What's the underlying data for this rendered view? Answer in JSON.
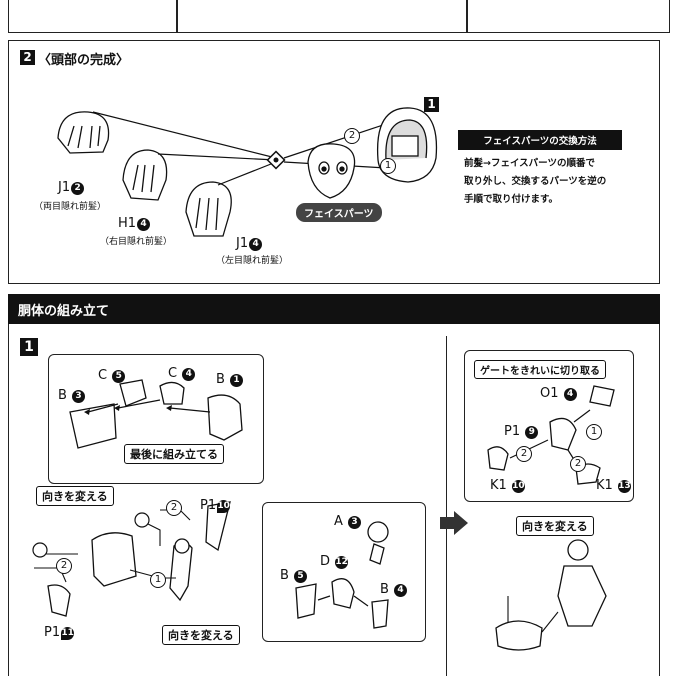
{
  "section2": {
    "step": "2",
    "title": "〈頭部の完成〉",
    "substep": "1",
    "parts": [
      {
        "code": "J1",
        "num": "2",
        "sub": "（両目隠れ前髪）"
      },
      {
        "code": "H1",
        "num": "4",
        "sub": "（右目隠れ前髪）"
      },
      {
        "code": "J1",
        "num": "4",
        "sub": "（左目隠れ前髪）"
      }
    ],
    "face_label": "フェイスパーツ",
    "arrow_1": "1",
    "arrow_2": "2",
    "note_title": "フェイスパーツの交換方法",
    "note_lines": [
      "前髪→フェイスパーツの順番で",
      "取り外し、交換するパーツを逆の",
      "手順で取り付けます。"
    ]
  },
  "section_body": {
    "header": "胴体の組み立て",
    "step": "1",
    "box_a_parts": [
      {
        "code": "C",
        "num": "5"
      },
      {
        "code": "C",
        "num": "4"
      },
      {
        "code": "B",
        "num": "3"
      },
      {
        "code": "B",
        "num": "1"
      }
    ],
    "box_a_note": "最後に組み立てる",
    "turn_label_1": "向きを変える",
    "turn_label_2": "向きを変える",
    "turn_label_3": "向きを変える",
    "p1_top": {
      "code": "P1",
      "num": "10"
    },
    "p1_bottom": {
      "code": "P1",
      "num": "11"
    },
    "box_b_parts": [
      {
        "code": "A",
        "num": "3"
      },
      {
        "code": "D",
        "num": "12"
      },
      {
        "code": "B",
        "num": "5"
      },
      {
        "code": "B",
        "num": "4"
      }
    ],
    "right_note": "ゲートをきれいに切り取る",
    "right_parts": [
      {
        "code": "O1",
        "num": "4"
      },
      {
        "code": "P1",
        "num": "9"
      },
      {
        "code": "K1",
        "num": "10"
      },
      {
        "code": "K1",
        "num": "13"
      }
    ],
    "arrow_1": "1",
    "arrow_2": "2"
  }
}
